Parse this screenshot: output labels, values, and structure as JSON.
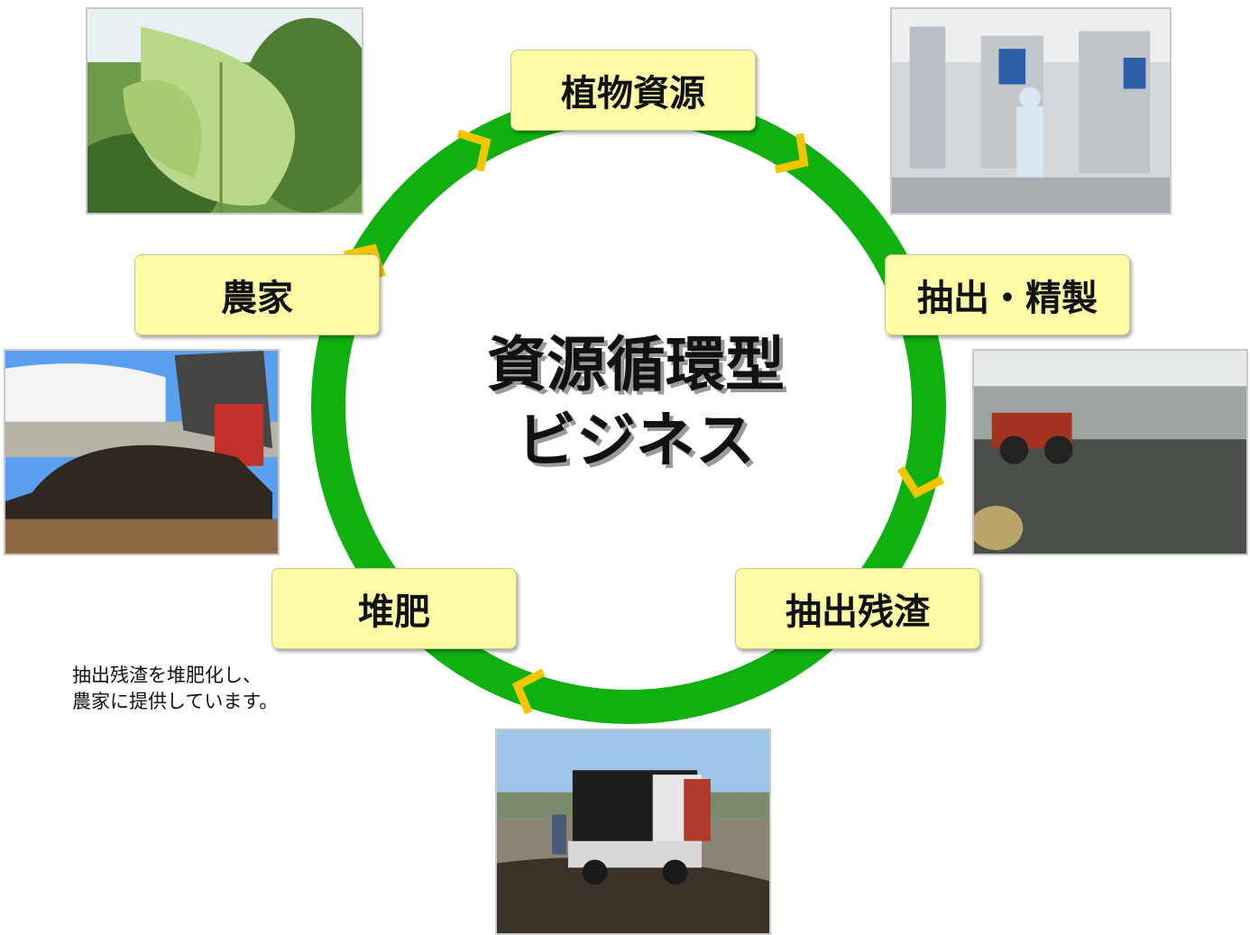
{
  "center": {
    "line1": "資源循環型",
    "line2": "ビジネス"
  },
  "stages": {
    "plant": "植物資源",
    "extract": "抽出・精製",
    "residue": "抽出残渣",
    "compost": "堆肥",
    "farmer": "農家"
  },
  "caption": {
    "line1": "抽出残渣を堆肥化し、",
    "line2": "農家に提供しています。"
  },
  "colors": {
    "ring": "#11b011",
    "arrow": "#f3c500",
    "box_fill": "#fdfba6",
    "title_shadow": "#9a9a9a"
  },
  "photos": [
    "ginkgo-leaves-photo",
    "extraction-plant-photo",
    "residue-greenhouse-photo",
    "truck-unloading-photo",
    "compost-dump-photo"
  ]
}
